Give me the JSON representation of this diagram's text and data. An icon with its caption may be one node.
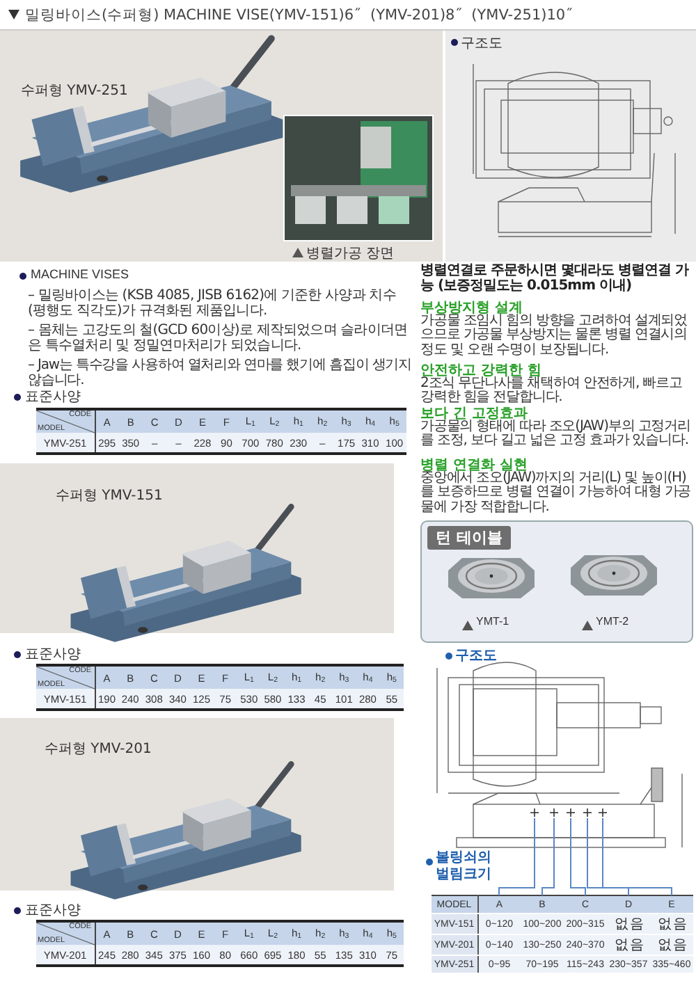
{
  "diagram": {
    "title": "밀링바이스(수퍼형) MACHINE VISE(YMV-151)6˝  (YMV-201)8˝  (YMV-251)10˝",
    "nodes": [
      {
        "text": [
          "A"
        ]
      },
      {
        "text": [
          "B"
        ]
      },
      {
        "text": [
          "C"
        ]
      },
      {
        "text": [
          "D"
        ]
      },
      {
        "text": [
          "E"
        ]
      }
    ],
    "edges": [
      {
        "from": null,
        "to": 0,
        "arrow": "none"
      },
      {
        "from": null,
        "to": 1,
        "arrow": "none"
      },
      {
        "from": null,
        "to": 2,
        "arrow": "none"
      },
      {
        "from": null,
        "to": 3,
        "arrow": "none"
      },
      {
        "from": null,
        "to": 4,
        "arrow": "none"
      }
    ],
    "labels": [
      "수퍼형 YMV-251",
      "병렬가공 장면",
      "구조도",
      "MACHINE VISES",
      "– 밀링바이스는 (KSB 4085, JISB 6162)에 기준한 사양과 치수(평행도 직각도)가 규격화된 제품입니다.",
      "– 몸체는 고강도의 철(GCD 60이상)로 제작되었으며 슬라이더면은 특수열처리 및 정밀연마처리가 되었습니다.",
      "– Jaw는 특수강을 사용하여 열처리와 연마를 했기에 흠집이 생기지 않습니다.",
      "표준사양",
      "CODE",
      "MODEL",
      "A",
      "B",
      "C",
      "D",
      "E",
      "F",
      "L$_{1}$",
      "L$_{2}$",
      "h$_{1}$",
      "h$_{2}$",
      "h$_{3}$",
      "h$_{4}$",
      "h$_{5}$",
      "YMV-251",
      "295",
      "350",
      "–",
      "–",
      "228",
      "90",
      "700",
      "780",
      "230",
      "–",
      "175",
      "310",
      "100",
      "병렬연결로 주문하시면 몇대라도 병렬연결 가능 (보증정밀도는 0.015mm 이내)",
      "부상방지형 설계",
      "가공물 조임시 힘의 방향을 고려하여 설계되었으므로 가공물 부상방지는 물론 병렬 연결시의 정도 및 오랜 수명이 보장됩니다.",
      "안전하고 강력한 힘",
      "2조식 무단나사를 채택하여 안전하게, 빠르고 강력한 힘을 전달합니다.",
      "보다 긴 고정효과",
      "가공물의 형태에 따라 조오(JAW)부의 고정거리를 조정, 보다 길고 넓은 고정 효과가 있습니다.",
      "병렬 연결화 실현",
      "중앙에서 조오(JAW)까지의 거리(L) 및 높이(H)를 보증하므로 병렬 연결이 가능하여 대형 가공물에 가장 적합합니다.",
      "턴 테이블",
      "YMT-1",
      "YMT-2",
      "수퍼형 YMV-151",
      "표준사양",
      "CODE",
      "MODEL",
      "A",
      "B",
      "C",
      "D",
      "E",
      "F",
      "L$_{1}$",
      "L$_{2}$",
      "h$_{1}$",
      "h$_{2}$",
      "h$_{3}$",
      "h$_{4}$",
      "h$_{5}$",
      "YMV-151",
      "190",
      "240",
      "308",
      "340",
      "125",
      "75",
      "530",
      "580",
      "133",
      "45",
      "101",
      "280",
      "55",
      "수퍼형 YMV-201",
      "구조도",
      "볼링쇠의 벌림크기",
      "표준사양",
      "CODE",
      "MODEL",
      "A",
      "B",
      "C",
      "D",
      "E",
      "F",
      "L$_{1}$",
      "L$_{2}$",
      "h$_{1}$",
      "h$_{2}$",
      "h$_{3}$",
      "h$_{4}$",
      "h$_{5}$",
      "YMV-201",
      "245",
      "280",
      "345",
      "375",
      "160",
      "80",
      "660",
      "695",
      "180",
      "55",
      "135",
      "310",
      "75",
      "MODEL",
      "YMV-151",
      "0~120",
      "100~200",
      "200~315",
      "없 음",
      "없 음",
      "YMV-201",
      "0~140",
      "130~250",
      "240~370",
      "없 음",
      "없 음",
      "YMV-251",
      "0~95",
      "70~195",
      "115~243",
      "230~357",
      "335~460"
    ]
  }
}
